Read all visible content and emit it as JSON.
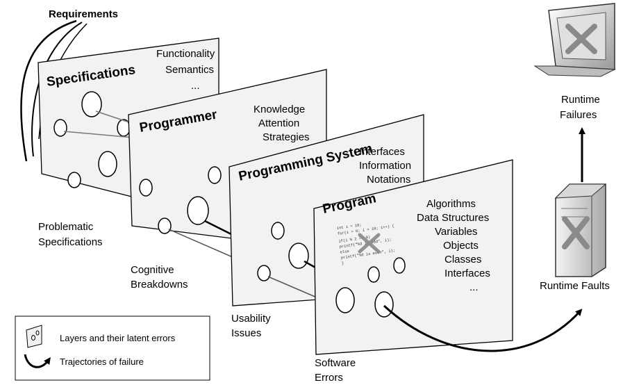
{
  "requirements_label": "Requirements",
  "planes": [
    {
      "title": "Specifications",
      "items": [
        "Functionality",
        "Semantics",
        "..."
      ],
      "caption": [
        "Problematic",
        "Specifications"
      ]
    },
    {
      "title": "Programmer",
      "items": [
        "Knowledge",
        "Attention",
        "Strategies"
      ],
      "caption": [
        "Cognitive",
        "Breakdowns"
      ]
    },
    {
      "title": "Programming System",
      "items": [
        "Interfaces",
        "Information",
        "Notations"
      ],
      "caption": [
        "Usability",
        "Issues"
      ]
    },
    {
      "title": "Program",
      "items": [
        "Algorithms",
        "Data Structures",
        "Variables",
        "Objects",
        "Classes",
        "Interfaces",
        "..."
      ],
      "caption": [
        "Software",
        "Errors"
      ]
    }
  ],
  "code_lines": [
    "int i = 10;",
    "for(i = 0; i > 10; i++) {",
    "  if(i % 2 == 0)",
    "    printf(\"%d is odd\", i);",
    "  else",
    "    printf(\"%d is even\", i);",
    "}"
  ],
  "runtime_faults": "Runtime Faults",
  "runtime_failures": [
    "Runtime",
    "Failures"
  ],
  "legend": {
    "layers": "Layers and their latent errors",
    "trajectories": "Trajectories of failure"
  }
}
